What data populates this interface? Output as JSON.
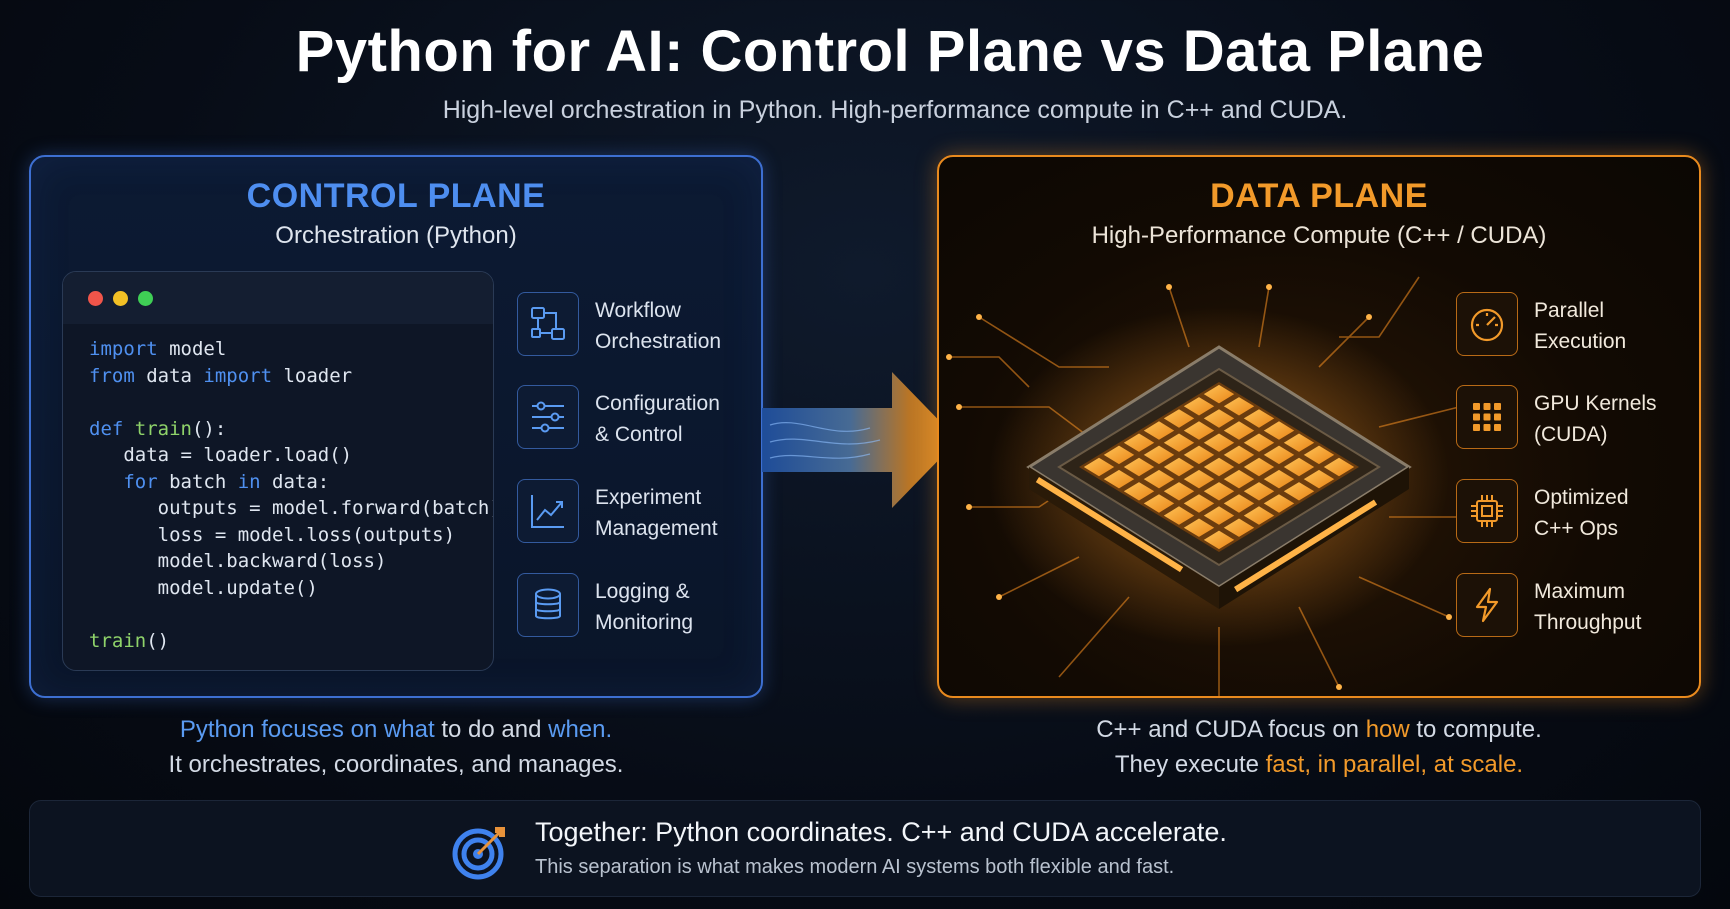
{
  "header": {
    "title": "Python for AI: Control Plane vs Data Plane",
    "subtitle": "High-level orchestration in Python. High-performance compute in C++ and CUDA."
  },
  "control_plane": {
    "title": "CONTROL PLANE",
    "subtitle": "Orchestration (Python)",
    "code": {
      "l1_kw": "import",
      "l1_rest": " model",
      "l2_kw1": "from",
      "l2_mid": " data ",
      "l2_kw2": "import",
      "l2_rest": " loader",
      "l4_kw": "def",
      "l4_fn": " train",
      "l4_rest": "():",
      "l5": "   data = loader.load()",
      "l6_kw1": "   for",
      "l6_mid": " batch ",
      "l6_kw2": "in",
      "l6_rest": " data:",
      "l7": "      outputs = model.forward(batch)",
      "l8": "      loss = model.loss(outputs)",
      "l9": "      model.backward(loss)",
      "l10": "      model.update()",
      "l12_fn": "train",
      "l12_rest": "()"
    },
    "features": [
      {
        "label": "Workflow\nOrchestration",
        "icon": "workflow-icon"
      },
      {
        "label": "Configuration\n& Control",
        "icon": "sliders-icon"
      },
      {
        "label": "Experiment\nManagement",
        "icon": "chart-line-icon"
      },
      {
        "label": "Logging &\nMonitoring",
        "icon": "database-icon"
      }
    ],
    "caption": {
      "pre": "Python focuses on ",
      "what": "what",
      "mid": " to do and ",
      "when": "when.",
      "line2": "It orchestrates, coordinates, and manages."
    }
  },
  "data_plane": {
    "title": "DATA PLANE",
    "subtitle": "High-Performance Compute (C++ / CUDA)",
    "features": [
      {
        "label": "Parallel\nExecution",
        "icon": "gauge-icon"
      },
      {
        "label": "GPU Kernels\n(CUDA)",
        "icon": "grid-icon"
      },
      {
        "label": "Optimized\nC++ Ops",
        "icon": "chip-icon"
      },
      {
        "label": "Maximum\nThroughput",
        "icon": "lightning-icon"
      }
    ],
    "caption": {
      "pre": "C++ and CUDA focus on ",
      "how": "how",
      "post": " to compute.",
      "line2_pre": "They execute ",
      "line2_hl": "fast, in parallel, at scale."
    }
  },
  "footer": {
    "title": "Together: Python coordinates. C++ and CUDA accelerate.",
    "subtitle": "This separation is what makes modern AI systems both flexible and fast."
  },
  "colors": {
    "blue_accent": "#4e8ef0",
    "orange_accent": "#f29a2a",
    "background": "#070c16"
  }
}
